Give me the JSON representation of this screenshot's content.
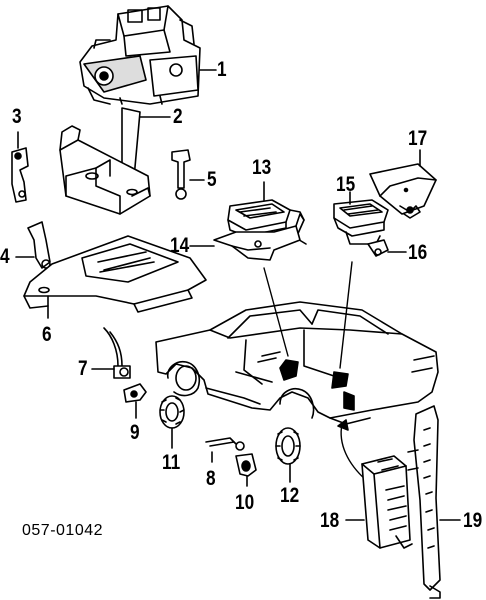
{
  "diagram": {
    "part_number": "057-01042",
    "callouts": [
      "1",
      "2",
      "3",
      "4",
      "5",
      "6",
      "7",
      "8",
      "9",
      "10",
      "11",
      "12",
      "13",
      "14",
      "15",
      "16",
      "17",
      "18",
      "19"
    ]
  }
}
